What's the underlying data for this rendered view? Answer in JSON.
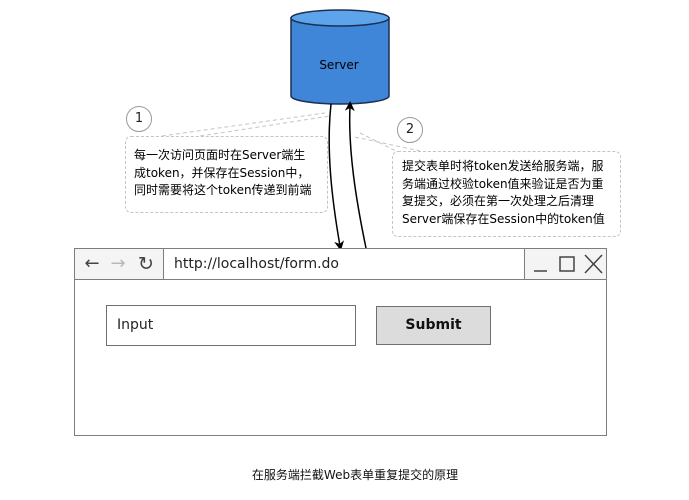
{
  "server": {
    "label": "Server"
  },
  "steps": [
    {
      "number": "1",
      "lines": [
        "每一次访问页面时在Server端生",
        "成token，并保存在Session中，",
        "同时需要将这个token传递到前端"
      ]
    },
    {
      "number": "2",
      "lines": [
        "提交表单时将token发送给服务端，服",
        "务端通过校验token值来验证是否为重",
        "复提交，必须在第一次处理之后清理",
        "Server端保存在Session中的token值"
      ]
    }
  ],
  "browser": {
    "url": "http://localhost/form.do",
    "input_value": "Input",
    "submit_label": "Submit"
  },
  "caption": "在服务端拦截Web表单重复提交的原理",
  "colors": {
    "server_fill": "#3f86d9",
    "server_top": "#5ea4ea",
    "server_stroke": "#1c2f52"
  }
}
